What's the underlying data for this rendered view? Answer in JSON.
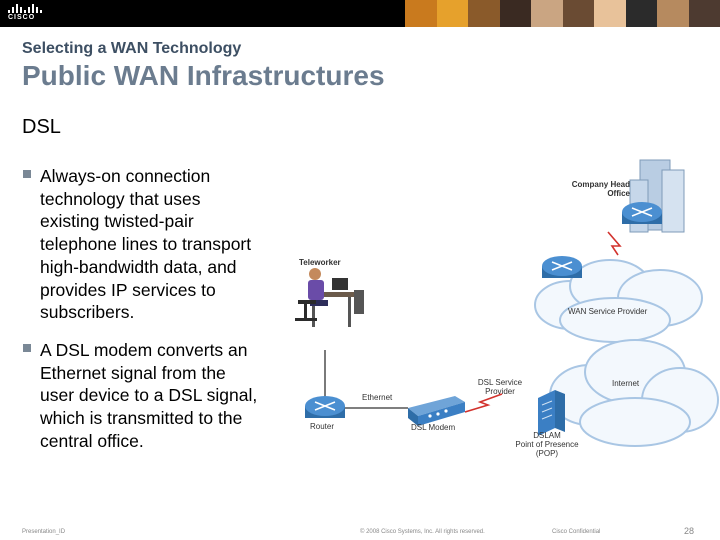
{
  "header": {
    "logo_text": "CISCO",
    "photo_colors": [
      "#c97a1e",
      "#e6a12c",
      "#8a5a2a",
      "#3a2a22",
      "#caa582",
      "#6a4b33",
      "#e8c29a",
      "#2b2b2b",
      "#b68a5f",
      "#4d3a30"
    ]
  },
  "slide": {
    "subtitle": "Selecting a WAN Technology",
    "title": "Public WAN Infrastructures",
    "section": "DSL",
    "bullets": [
      "Always-on connection technology that uses existing twisted-pair telephone lines to transport high-bandwidth data, and provides IP services to subscribers.",
      "A DSL modem converts an Ethernet signal from the user device to a DSL signal, which is transmitted to the central office."
    ]
  },
  "diagram": {
    "labels": {
      "company_head_office": [
        "Company Head",
        "Office"
      ],
      "teleworker": "Teleworker",
      "wan_service_provider": "WAN Service Provider",
      "internet": "Internet",
      "dsl_service_provider": [
        "DSL Service",
        "Provider"
      ],
      "ethernet": "Ethernet",
      "router": "Router",
      "dsl_modem": "DSL Modem",
      "dslam": [
        "DSLAM",
        "Point of Presence",
        "(POP)"
      ]
    },
    "colors": {
      "device_blue": "#3b7fc4",
      "cloud_outline": "#9fbfe0",
      "link_red": "#d2322d"
    }
  },
  "footer": {
    "presentation_id": "Presentation_ID",
    "copyright": "© 2008 Cisco Systems, Inc. All rights reserved.",
    "confidential": "Cisco Confidential",
    "page_number": "28"
  }
}
